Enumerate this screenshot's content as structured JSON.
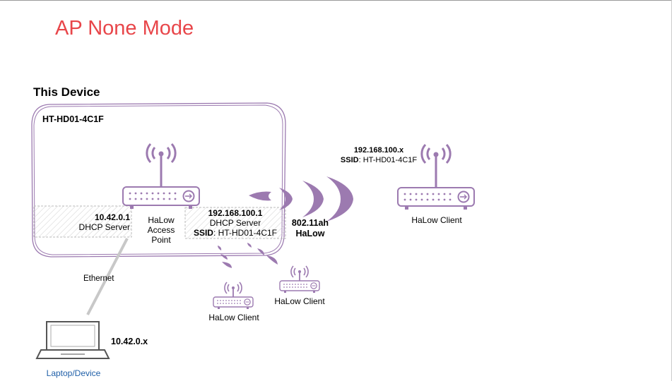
{
  "title": "AP None Mode",
  "section_heading": "This Device",
  "device_name": "HT-HD01-4C1F",
  "eth_server": {
    "ip": "10.42.0.1",
    "role": "DHCP Server"
  },
  "ap": {
    "line1": "HaLow",
    "line2": "Access",
    "line3": "Point"
  },
  "halow_server": {
    "ip": "192.168.100.1",
    "role": "DHCP Server",
    "ssid_key": "SSID",
    "ssid_value": ": HT-HD01-4C1F"
  },
  "link": {
    "standard": "802.11ah",
    "name": "HaLow"
  },
  "remote_client": {
    "ip": "192.168.100.x",
    "ssid_key": "SSID",
    "ssid_value": ": HT-HD01-4C1F",
    "label": "HaLow Client"
  },
  "client_small_1": {
    "label": "HaLow Client"
  },
  "client_small_2": {
    "label": "HaLow Client"
  },
  "ethernet_label": "Ethernet",
  "laptop": {
    "ip": "10.42.0.x",
    "label": "Laptop/Device"
  },
  "colors": {
    "title": "#e8464a",
    "device": "#9c7ab0",
    "laptop_label": "#1f5fa8",
    "cable": "#c8c8c8"
  }
}
